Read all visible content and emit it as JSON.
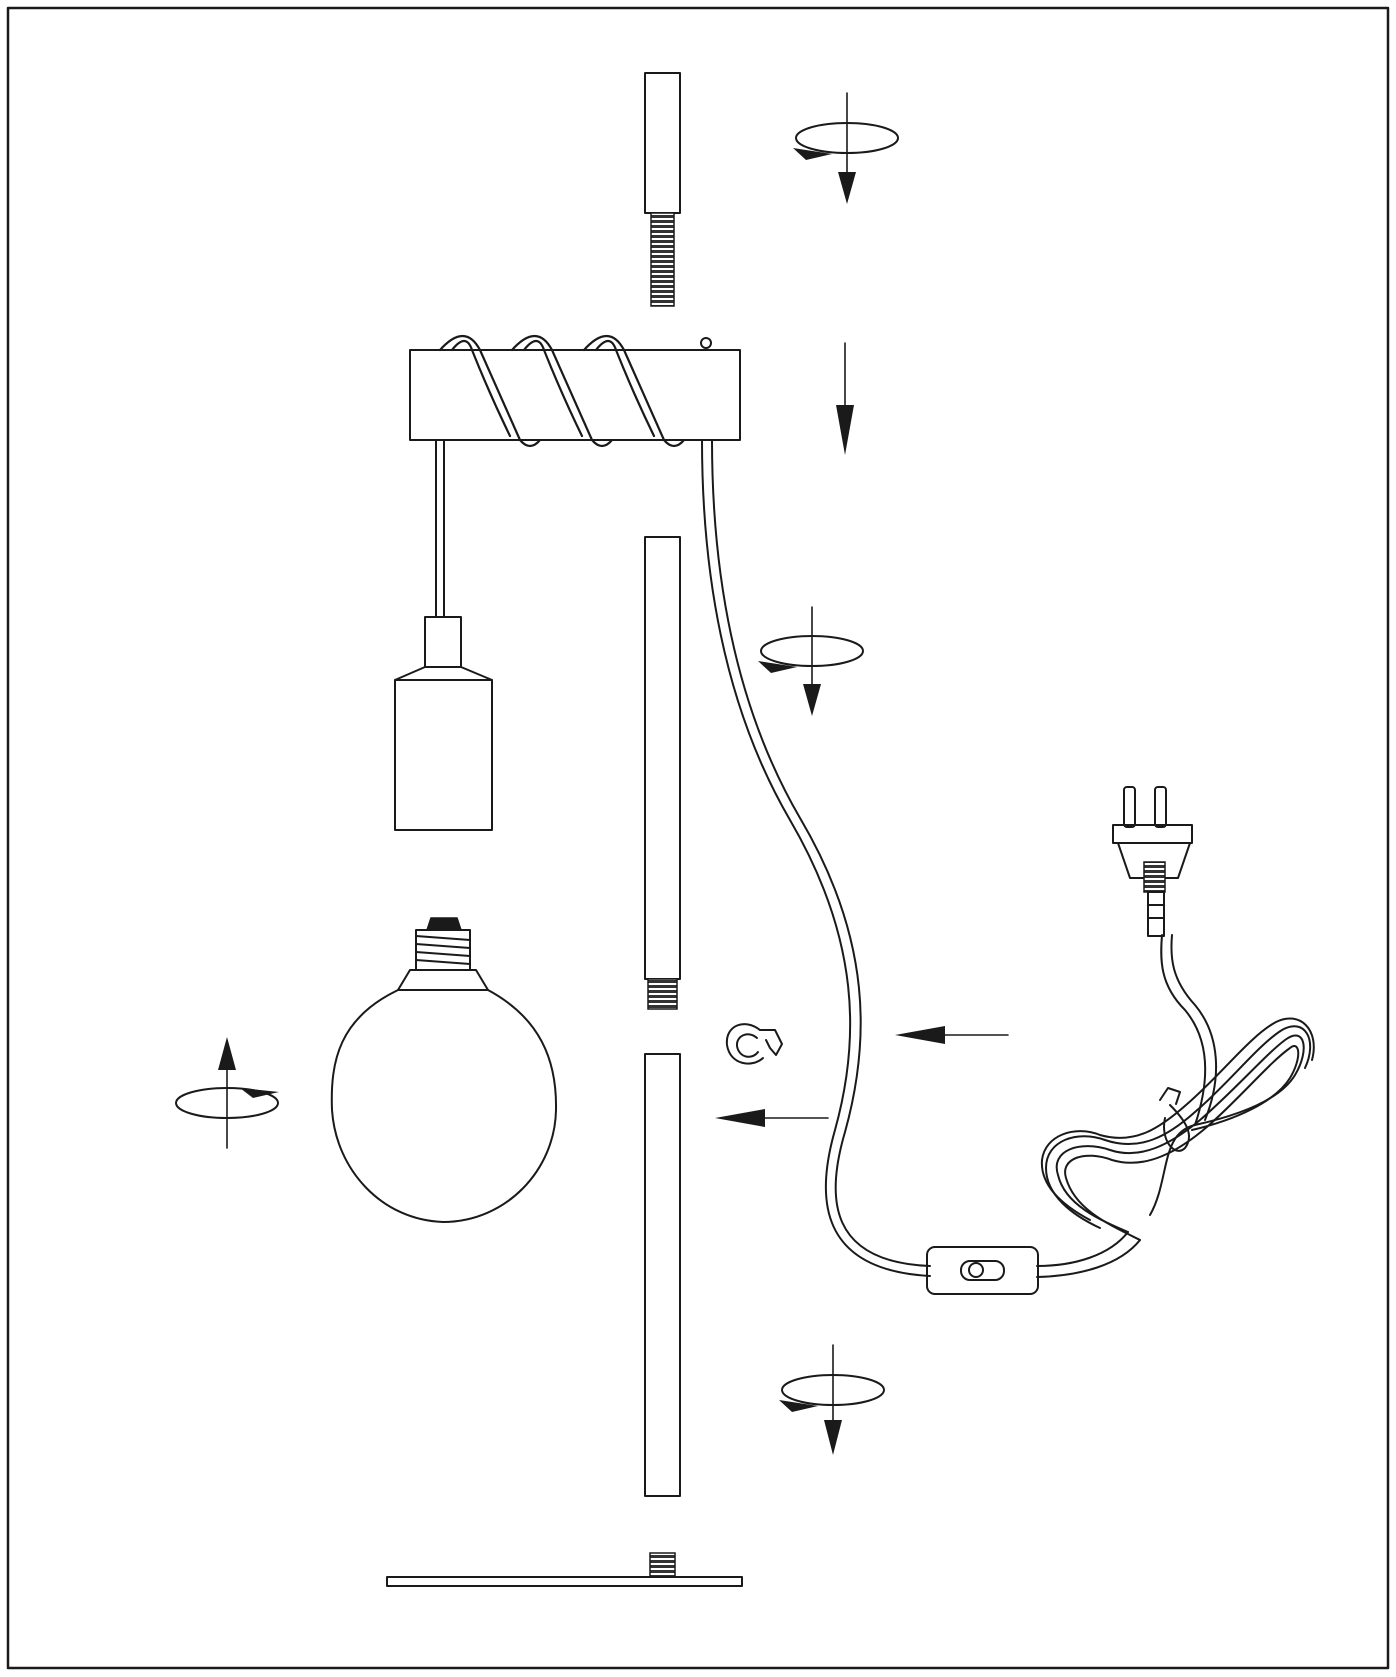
{
  "diagram": {
    "kind": "assembly-instructions",
    "text_labels": [],
    "colors": {
      "line": "#1a1a1a",
      "thread_fill": "#333333",
      "background": "#ffffff"
    },
    "parts": [
      {
        "id": "top-finial",
        "icon": "finial-with-threaded-stud"
      },
      {
        "id": "wood-beam",
        "icon": "beam-with-wrapped-cable"
      },
      {
        "id": "pendant-socket",
        "icon": "lamp-socket-holder"
      },
      {
        "id": "light-bulb",
        "icon": "globe-bulb-e27"
      },
      {
        "id": "upper-pole",
        "icon": "pole-section"
      },
      {
        "id": "lower-pole",
        "icon": "pole-section"
      },
      {
        "id": "cable-clip",
        "icon": "c-clip"
      },
      {
        "id": "base-plate",
        "icon": "flat-base"
      },
      {
        "id": "power-cord",
        "icon": "cord-with-inline-switch"
      },
      {
        "id": "power-plug",
        "icon": "two-pin-plug"
      }
    ],
    "arrows": [
      {
        "id": "rotate-down-top",
        "type": "rotate-and-push-down"
      },
      {
        "id": "push-down-beam",
        "type": "push-down"
      },
      {
        "id": "rotate-down-mid",
        "type": "rotate-and-push-down"
      },
      {
        "id": "rotate-up-bulb",
        "type": "rotate-and-push-up"
      },
      {
        "id": "push-left-clip",
        "type": "push-left"
      },
      {
        "id": "push-left-cable",
        "type": "push-left"
      },
      {
        "id": "rotate-down-bottom",
        "type": "rotate-and-push-down"
      }
    ]
  }
}
